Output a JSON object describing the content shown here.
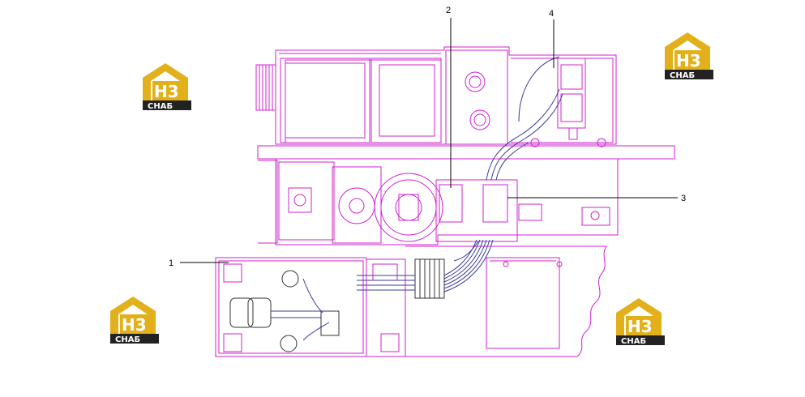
{
  "callouts": [
    {
      "id": "1",
      "label": "1"
    },
    {
      "id": "2",
      "label": "2"
    },
    {
      "id": "3",
      "label": "3"
    },
    {
      "id": "4",
      "label": "4"
    }
  ],
  "logos": [
    {
      "mark": "H3",
      "sub": "CHAБ"
    },
    {
      "mark": "H3",
      "sub": "CHAБ"
    },
    {
      "mark": "H3",
      "sub": "CHAБ"
    },
    {
      "mark": "H3",
      "sub": "CHAБ"
    }
  ],
  "colors": {
    "frame": "#d020d0",
    "hose": "#3b3b9a",
    "leader": "#000000",
    "logo_gold": "#e2b01a",
    "logo_dark": "#222222"
  }
}
